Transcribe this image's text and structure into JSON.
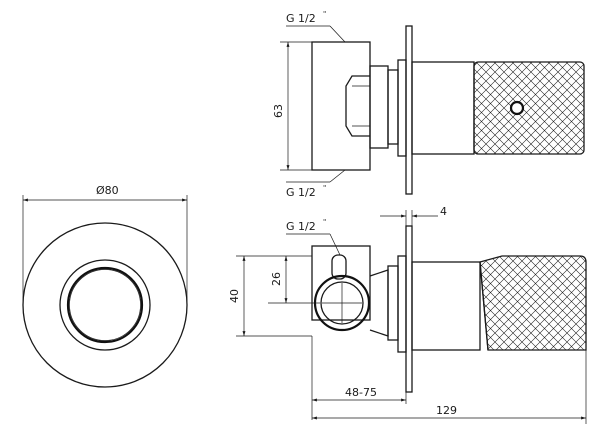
{
  "dimensions": {
    "diameter": "Ø80",
    "height_top": "63",
    "thread_top_a": "G 1/2",
    "thread_top_b": "G 1/2",
    "thread_bottom": "G 1/2",
    "plate_thickness": "4",
    "height_bottom": "40",
    "center_height": "26",
    "depth_range": "48-75",
    "total_length": "129",
    "inch_mark": "\""
  }
}
